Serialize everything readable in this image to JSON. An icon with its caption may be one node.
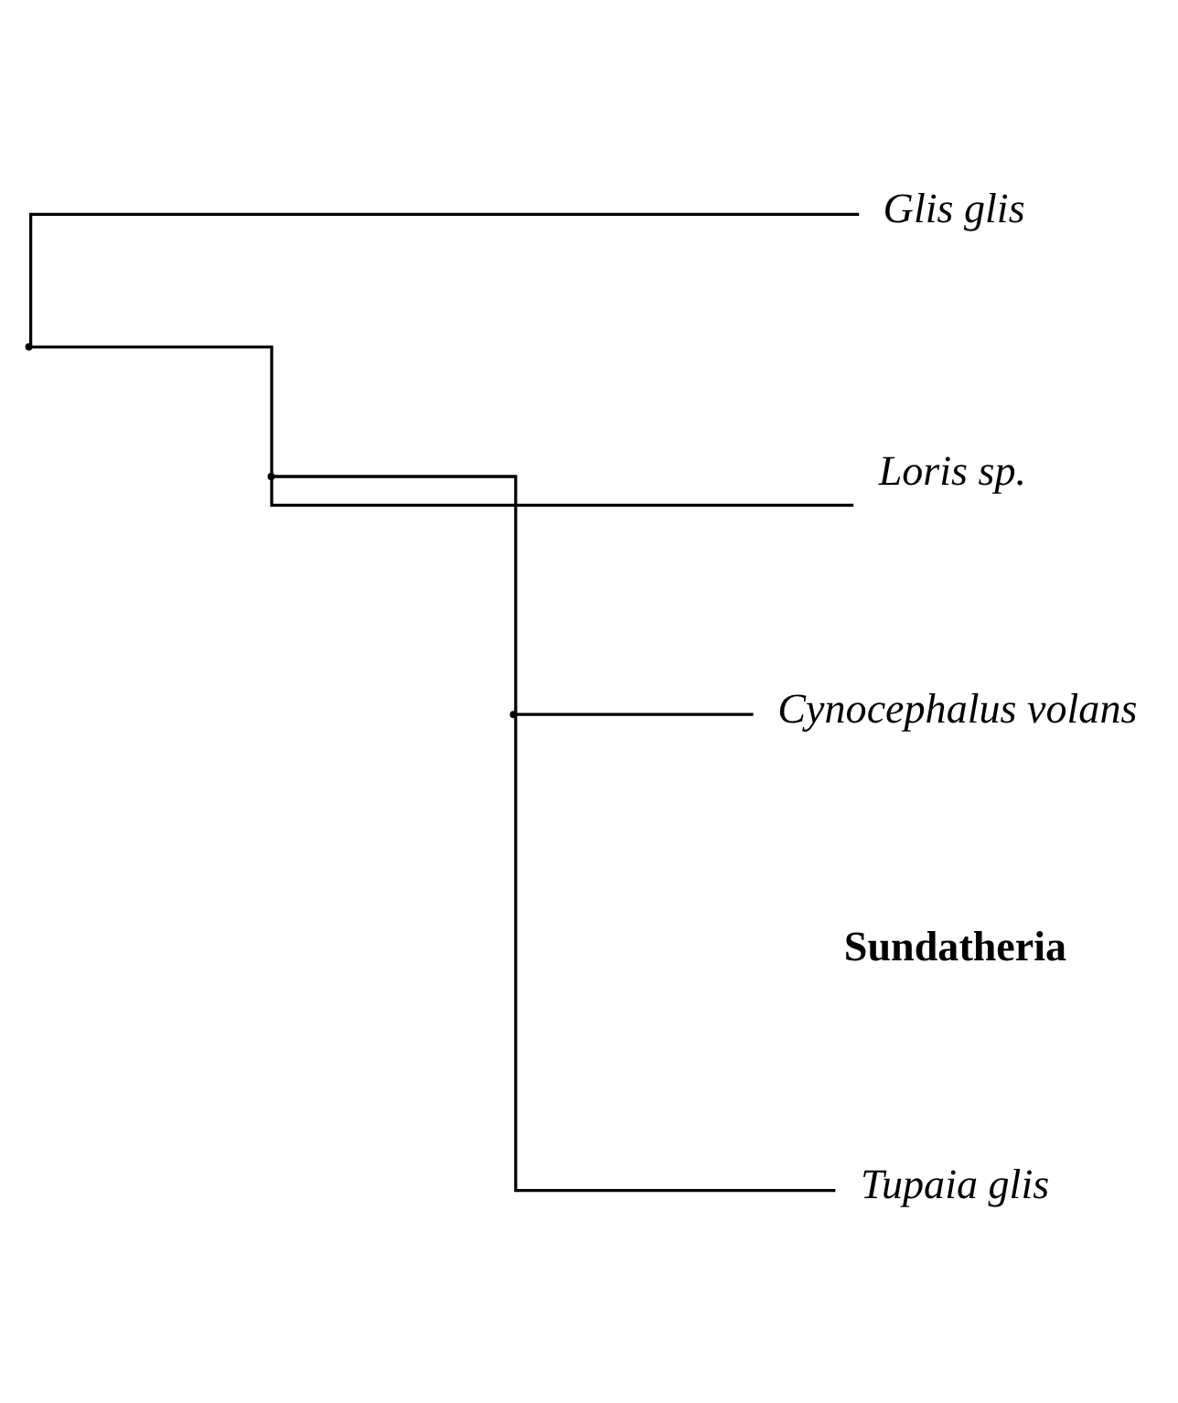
{
  "diagram": {
    "nodes": [
      {
        "text": [],
        "shape": "point"
      },
      {
        "text": [
          "Glis glis"
        ]
      },
      {
        "text": [],
        "shape": "point"
      },
      {
        "text": [
          "Loris sp."
        ]
      },
      {
        "text": [],
        "shape": "point"
      },
      {
        "text": [
          "Cynocephalus volans"
        ]
      },
      {
        "text": [
          "Tupaia glis"
        ]
      }
    ],
    "edges": [
      {
        "from": 0,
        "to": 1,
        "arrow": "none"
      },
      {
        "from": 0,
        "to": 2,
        "arrow": "none"
      },
      {
        "from": 2,
        "to": 3,
        "arrow": "none"
      },
      {
        "from": 2,
        "to": 4,
        "arrow": "none"
      },
      {
        "from": 4,
        "to": 5,
        "arrow": "none"
      },
      {
        "from": 4,
        "to": 6,
        "arrow": "none"
      }
    ],
    "labels": [
      "Sundatheria"
    ]
  }
}
